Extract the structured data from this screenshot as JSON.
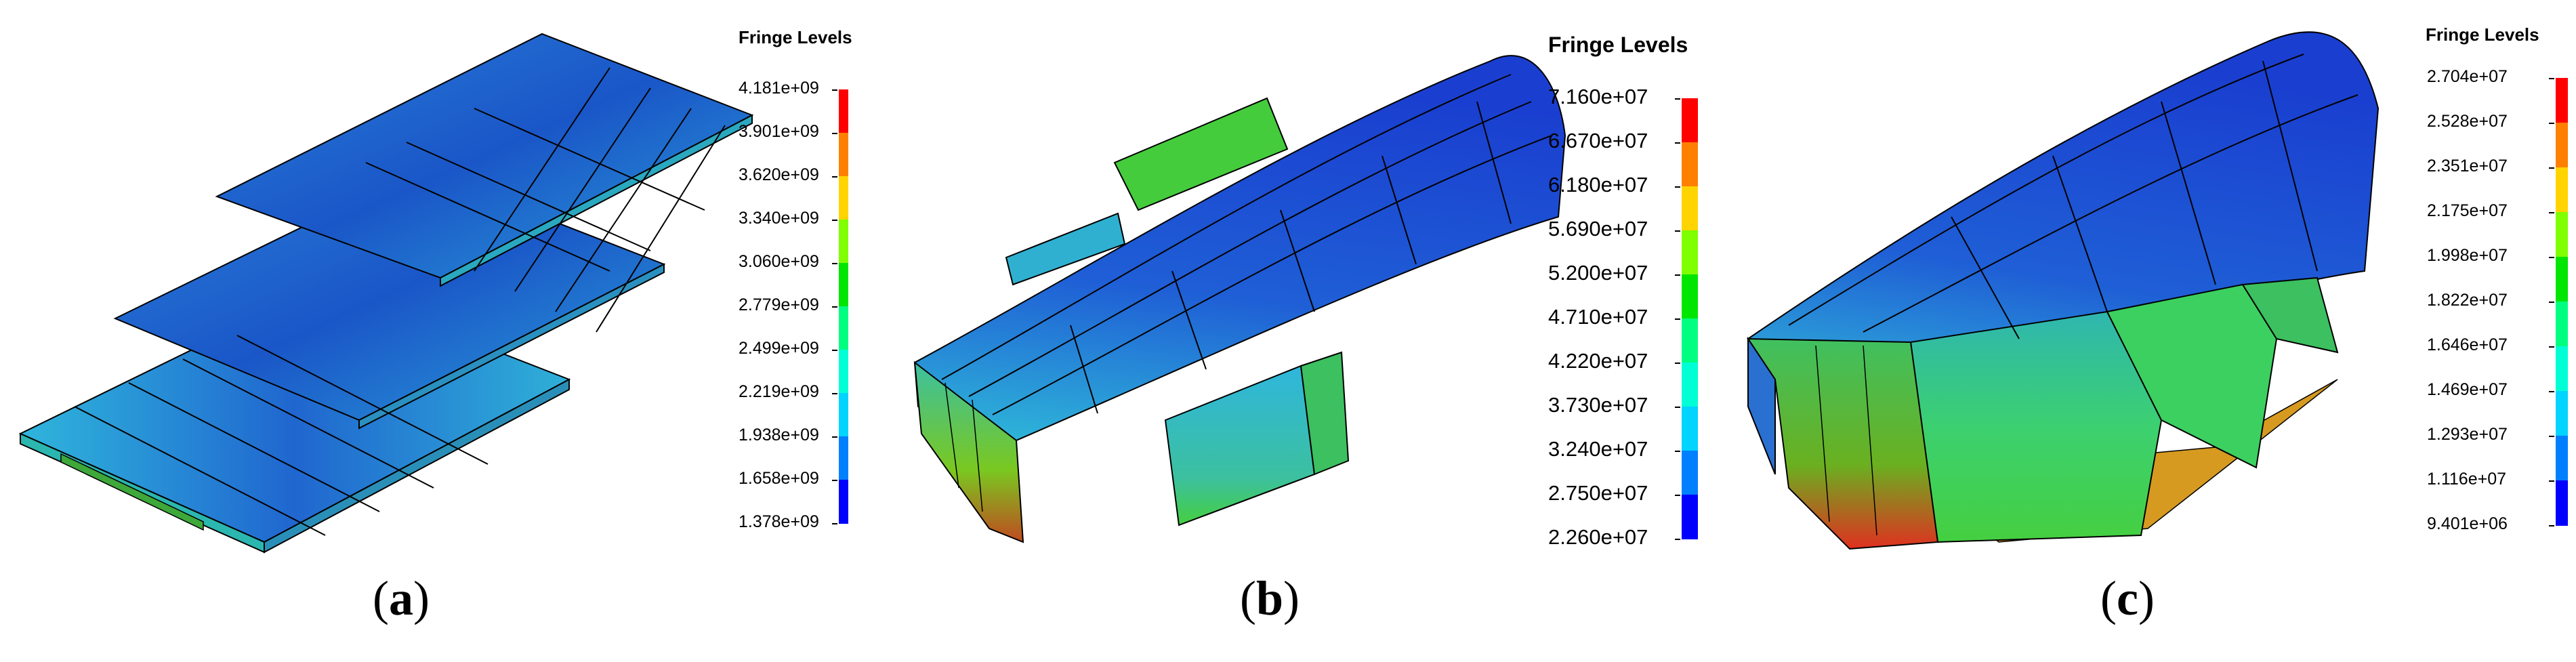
{
  "panels": [
    {
      "id": "a",
      "legend_title": "Fringe Levels",
      "levels": [
        "4.181e+09",
        "3.901e+09",
        "3.620e+09",
        "3.340e+09",
        "3.060e+09",
        "2.779e+09",
        "2.499e+09",
        "2.219e+09",
        "1.938e+09",
        "1.658e+09",
        "1.378e+09"
      ],
      "caption_open": "(",
      "caption_letter": "a",
      "caption_close": ")"
    },
    {
      "id": "b",
      "legend_title": "Fringe Levels",
      "levels": [
        "7.160e+07",
        "6.670e+07",
        "6.180e+07",
        "5.690e+07",
        "5.200e+07",
        "4.710e+07",
        "4.220e+07",
        "3.730e+07",
        "3.240e+07",
        "2.750e+07",
        "2.260e+07"
      ],
      "caption_open": "(",
      "caption_letter": "b",
      "caption_close": ")"
    },
    {
      "id": "c",
      "legend_title": "Fringe Levels",
      "levels": [
        "2.704e+07",
        "2.528e+07",
        "2.351e+07",
        "2.175e+07",
        "1.998e+07",
        "1.822e+07",
        "1.646e+07",
        "1.469e+07",
        "1.293e+07",
        "1.116e+07",
        "9.401e+06"
      ],
      "caption_open": "(",
      "caption_letter": "c",
      "caption_close": ")"
    }
  ],
  "colors": {
    "fringe_scale": [
      "#ff0000",
      "#ff7f00",
      "#ffd400",
      "#7fff00",
      "#00e600",
      "#00ff80",
      "#00ffd5",
      "#00d4ff",
      "#0080ff",
      "#0000ff"
    ],
    "mesh_blue": "#1f5fd6",
    "mesh_cyan": "#2fb0d8",
    "mesh_green": "#3ecf4a",
    "mesh_red": "#e0322a",
    "edge": "#000000"
  }
}
